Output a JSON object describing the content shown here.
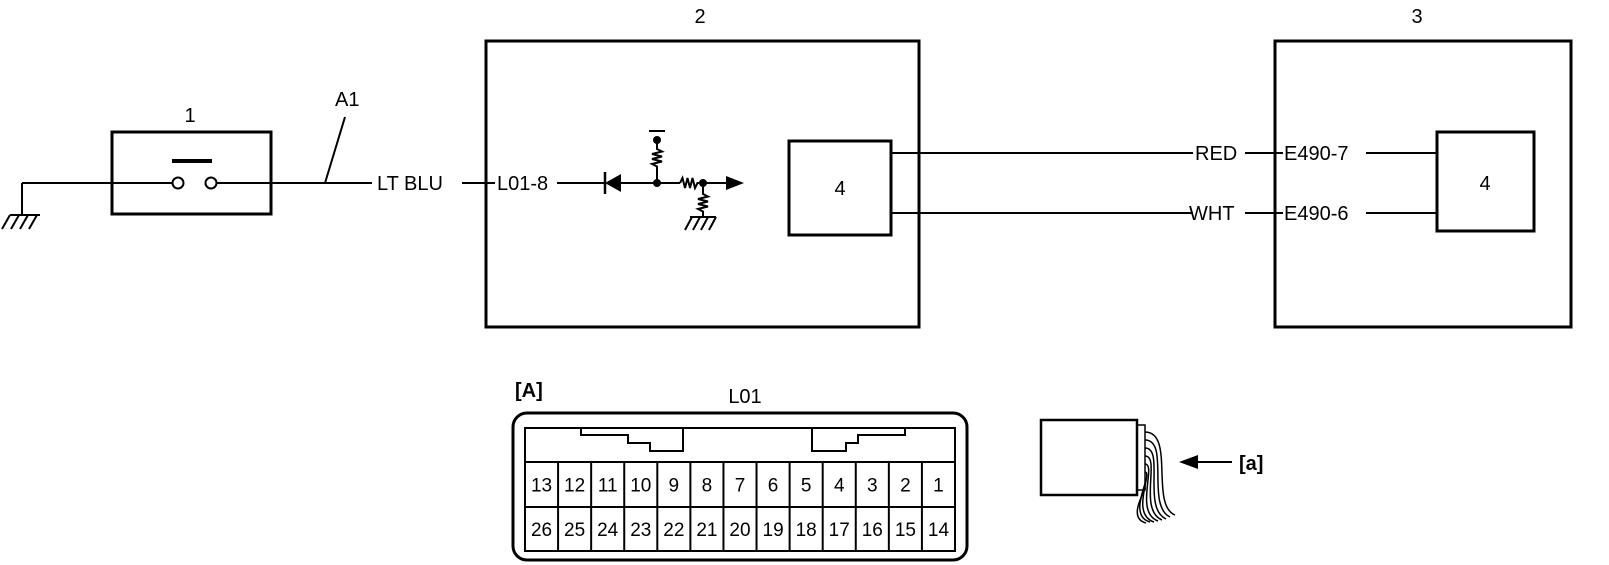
{
  "components": {
    "switch": "1",
    "module_left": "2",
    "module_right": "3",
    "inner_left": "4",
    "inner_right": "4"
  },
  "wires": {
    "splice": "A1",
    "lt_blu": "LT BLU",
    "red": "RED",
    "wht": "WHT"
  },
  "terminals": {
    "l01_8": "L01-8",
    "e490_7": "E490-7",
    "e490_6": "E490-6"
  },
  "connector": {
    "view_label": "[A]",
    "name": "L01",
    "pins_top": [
      "13",
      "12",
      "11",
      "10",
      "9",
      "8",
      "7",
      "6",
      "5",
      "4",
      "3",
      "2",
      "1"
    ],
    "pins_bottom": [
      "26",
      "25",
      "24",
      "23",
      "22",
      "21",
      "20",
      "19",
      "18",
      "17",
      "16",
      "15",
      "14"
    ]
  },
  "arrow_label": "[a]"
}
